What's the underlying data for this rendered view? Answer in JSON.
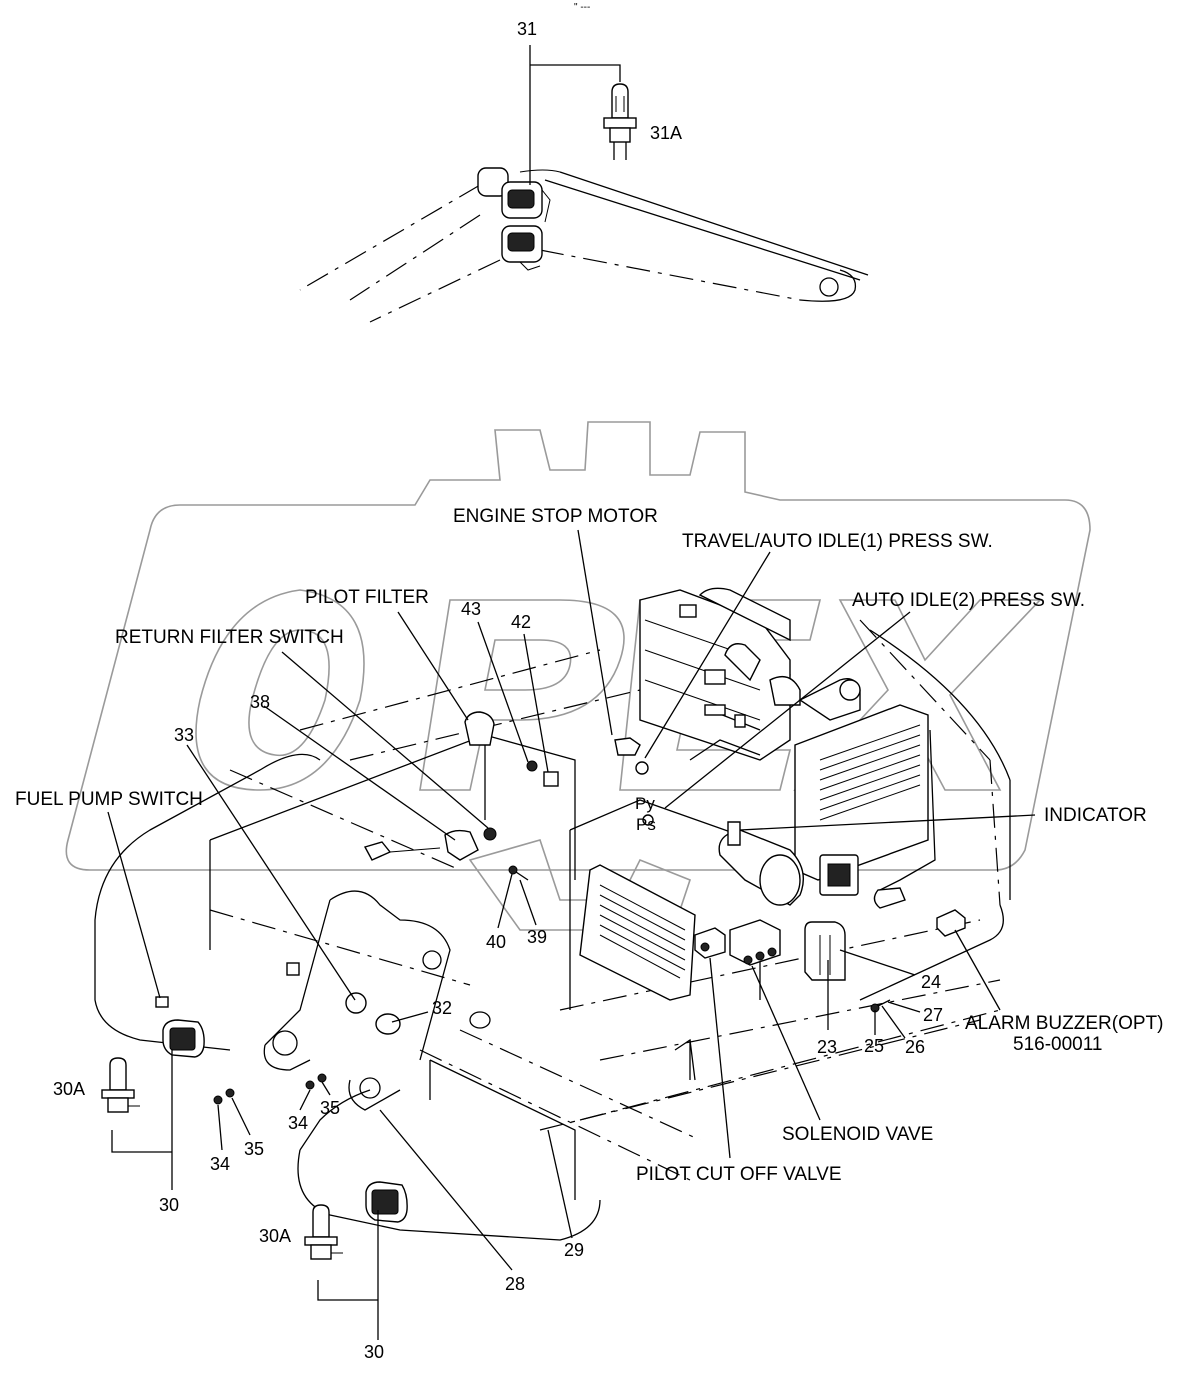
{
  "diagram": {
    "top_mark": "\" ---",
    "callouts": [
      {
        "id": "31",
        "text": "31"
      },
      {
        "id": "31A",
        "text": "31A"
      },
      {
        "id": "43",
        "text": "43"
      },
      {
        "id": "42",
        "text": "42"
      },
      {
        "id": "38",
        "text": "38"
      },
      {
        "id": "33",
        "text": "33"
      },
      {
        "id": "40",
        "text": "40"
      },
      {
        "id": "39",
        "text": "39"
      },
      {
        "id": "32",
        "text": "32"
      },
      {
        "id": "24",
        "text": "24"
      },
      {
        "id": "27",
        "text": "27"
      },
      {
        "id": "25",
        "text": "25"
      },
      {
        "id": "26",
        "text": "26"
      },
      {
        "id": "23",
        "text": "23"
      },
      {
        "id": "30A_left",
        "text": "30A"
      },
      {
        "id": "34_left",
        "text": "34"
      },
      {
        "id": "35_left",
        "text": "35"
      },
      {
        "id": "34_mid",
        "text": "34"
      },
      {
        "id": "35_mid",
        "text": "35"
      },
      {
        "id": "30_left",
        "text": "30"
      },
      {
        "id": "30A_bottom",
        "text": "30A"
      },
      {
        "id": "28",
        "text": "28"
      },
      {
        "id": "29",
        "text": "29"
      },
      {
        "id": "30_bottom",
        "text": "30"
      },
      {
        "id": "py",
        "text": "Py"
      },
      {
        "id": "ps",
        "text": "Ps"
      }
    ],
    "labels": {
      "engine_stop_motor": "ENGINE STOP MOTOR",
      "travel_auto_idle1": "TRAVEL/AUTO IDLE(1) PRESS SW.",
      "auto_idle2": "AUTO IDLE(2) PRESS SW.",
      "pilot_filter": "PILOT FILTER",
      "return_filter_switch": "RETURN FILTER SWITCH",
      "fuel_pump_switch": "FUEL PUMP SWITCH",
      "indicator": "INDICATOR",
      "alarm_buzzer": "ALARM BUZZER(OPT)",
      "alarm_buzzer_part_no": "516-00011",
      "solenoid_vave": "SOLENOID VAVE",
      "pilot_cut_off_valve": "PILOT CUT OFF VALVE"
    }
  }
}
